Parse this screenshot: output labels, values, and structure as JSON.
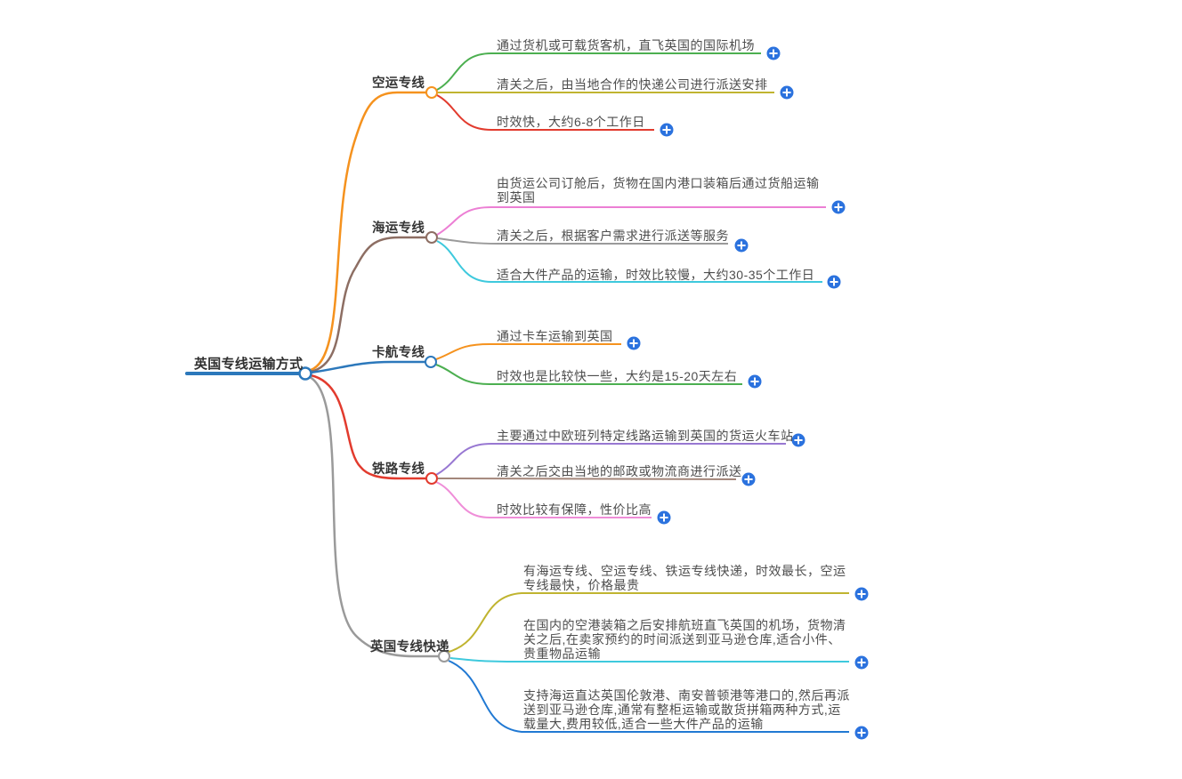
{
  "diagram": {
    "type": "mindmap",
    "root": {
      "label": "英国专线运输方式",
      "color": "#2c78bb"
    },
    "branches": [
      {
        "label": "空运专线",
        "color": "#f5921e",
        "children": [
          {
            "text": "通过货机或可载货客机，直飞英国的国际机场",
            "color": "#4caf50"
          },
          {
            "text": "清关之后，由当地合作的快递公司进行派送安排",
            "color": "#c0b430"
          },
          {
            "text": "时效快，大约6-8个工作日",
            "color": "#e23b2e"
          }
        ]
      },
      {
        "label": "海运专线",
        "color": "#8d6e63",
        "children": [
          {
            "text": "由货运公司订舱后，货物在国内港口装箱后通过货船运输到英国",
            "color": "#ec7fd4"
          },
          {
            "text": "清关之后，根据客户需求进行派送等服务",
            "color": "#9a9a9a"
          },
          {
            "text": "适合大件产品的运输，时效比较慢，大约30-35个工作日",
            "color": "#3ec9dd"
          }
        ]
      },
      {
        "label": "卡航专线",
        "color": "#2c78bb",
        "children": [
          {
            "text": "通过卡车运输到英国",
            "color": "#f5921e"
          },
          {
            "text": "时效也是比较快一些，大约是15-20天左右",
            "color": "#4caf50"
          }
        ]
      },
      {
        "label": "铁路专线",
        "color": "#e23b2e",
        "children": [
          {
            "text": "主要通过中欧班列特定线路运输到英国的货运火车站",
            "color": "#9878d2"
          },
          {
            "text": "清关之后交由当地的邮政或物流商进行派送",
            "color": "#a3867a"
          },
          {
            "text": "时效比较有保障，性价比高",
            "color": "#ef8ed8"
          }
        ]
      },
      {
        "label": "英国专线快递",
        "color": "#9a9a9a",
        "children": [
          {
            "text": "有海运专线、空运专线、铁运专线快递，时效最长，空运专线最快，价格最贵",
            "color": "#c0b430"
          },
          {
            "text": "在国内的空港装箱之后安排航班直飞英国的机场，货物清关之后,在卖家预约的时间派送到亚马逊仓库,适合小件、贵重物品运输",
            "color": "#3ec9dd"
          },
          {
            "text": "支持海运直达英国伦敦港、南安普顿港等港口的,然后再派送到亚马逊仓库,通常有整柜运输或散货拼箱两种方式,运载量大,费用较低,适合一些大件产品的运输",
            "color": "#2179d3"
          }
        ]
      }
    ],
    "icons": {
      "expand": {
        "name": "plus-icon",
        "color": "#2b72de"
      }
    }
  }
}
